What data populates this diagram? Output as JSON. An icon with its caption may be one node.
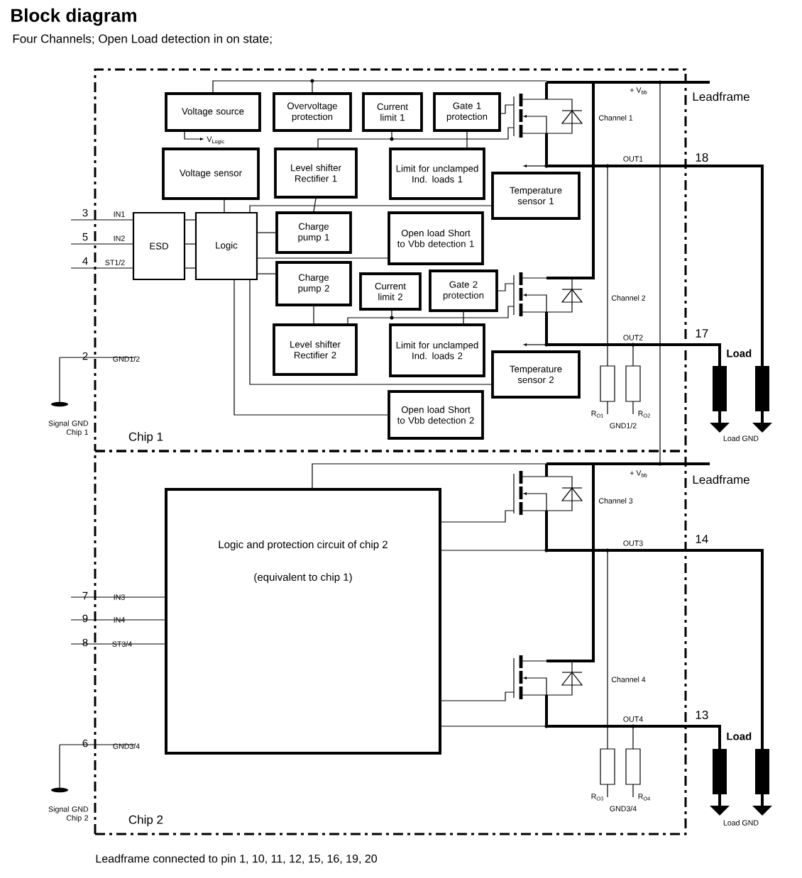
{
  "diagram": {
    "title": "Block diagram",
    "caption": "Leadframe connected to pin 1, 10, 11, 12, 15, 16, 19, 20",
    "nodes": [
      {
        "text": [
          "Chip 1"
        ]
      },
      {
        "text": [
          "Voltage source"
        ],
        "in": 0
      },
      {
        "text": [
          "Overvoltage protection"
        ],
        "in": 0
      },
      {
        "text": [
          "Current limit 1"
        ],
        "in": 0
      },
      {
        "text": [
          "Gate 1 protection"
        ],
        "in": 0
      },
      {
        "text": [
          "Voltage sensor"
        ],
        "in": 0
      },
      {
        "text": [
          "Level shifter Rectifier 1"
        ],
        "in": 0
      },
      {
        "text": [
          "Limit for unclamped Ind. loads 1"
        ],
        "in": 0
      },
      {
        "text": [
          "Temperature sensor 1"
        ],
        "in": 0
      },
      {
        "text": [
          "ESD"
        ],
        "in": 0
      },
      {
        "text": [
          "Logic"
        ],
        "in": 0
      },
      {
        "text": [
          "Charge pump 1"
        ],
        "in": 0
      },
      {
        "text": [
          "Open load Short to Vbb detection 1"
        ],
        "in": 0
      },
      {
        "text": [
          "Charge pump 2"
        ],
        "in": 0
      },
      {
        "text": [
          "Current limit 2"
        ],
        "in": 0
      },
      {
        "text": [
          "Gate 2 protection"
        ],
        "in": 0
      },
      {
        "text": [
          "Level shifter Rectifier 2"
        ],
        "in": 0
      },
      {
        "text": [
          "Limit for unclamped Ind. loads 2"
        ],
        "in": 0
      },
      {
        "text": [
          "Temperature sensor 2"
        ],
        "in": 0
      },
      {
        "text": [
          "Open load Short to Vbb detection 2"
        ],
        "in": 0
      },
      {
        "text": [
          "Chip 2"
        ]
      },
      {
        "text": [
          "Logic and protection circuit of chip 2",
          "(equivalent to chip 1)"
        ],
        "in": 20
      }
    ],
    "edges": [
      {
        "from": 9,
        "to": 10,
        "arrow": "none"
      },
      {
        "from": 9,
        "to": 10,
        "arrow": "none"
      },
      {
        "from": 9,
        "to": 10,
        "arrow": "none"
      },
      {
        "from": 5,
        "to": 10,
        "arrow": "none"
      },
      {
        "from": 10,
        "to": 11,
        "arrow": "none"
      },
      {
        "from": 10,
        "to": 13,
        "arrow": "none"
      },
      {
        "from": 10,
        "to": 12,
        "arrow": "none"
      },
      {
        "from": 10,
        "to": 19,
        "arrow": "none"
      },
      {
        "from": 10,
        "to": 18,
        "arrow": "none"
      },
      {
        "from": 10,
        "to": 8,
        "arrow": "none"
      },
      {
        "from": 11,
        "to": 6,
        "arrow": "none"
      },
      {
        "from": 13,
        "to": 16,
        "arrow": "none"
      },
      {
        "from": 4,
        "to": 7,
        "arrow": "none"
      },
      {
        "from": 15,
        "to": 17,
        "arrow": "none"
      },
      {
        "from": 1,
        "to": 2,
        "arrow": "none"
      }
    ],
    "labels": [
      "Four Channels; Open Load detection in on state;",
      "V$_{Logic}$",
      "+ V$_{bb}$",
      "Leadframe",
      "Channel 1",
      "3",
      "IN1",
      "5",
      "IN2",
      "4",
      "ST1/2",
      "OUT1",
      "18",
      "Channel 2",
      "OUT2",
      "17",
      "Load",
      "2",
      "GND1/2",
      "R$_{O1}$",
      "R$_{O2}$",
      "GND1/2",
      "Signal GND Chip 1",
      "Load GND",
      "+ V$_{bb}$",
      "Leadframe",
      "Channel 3",
      "OUT3",
      "14",
      "7",
      "IN3",
      "9",
      "IN4",
      "8",
      "ST3/4",
      "Channel 4",
      "OUT4",
      "13",
      "Load",
      "6",
      "GND3/4",
      "R$_{O3}$",
      "R$_{O4}$",
      "GND3/4",
      "Signal GND Chip 2",
      "Load GND"
    ]
  }
}
